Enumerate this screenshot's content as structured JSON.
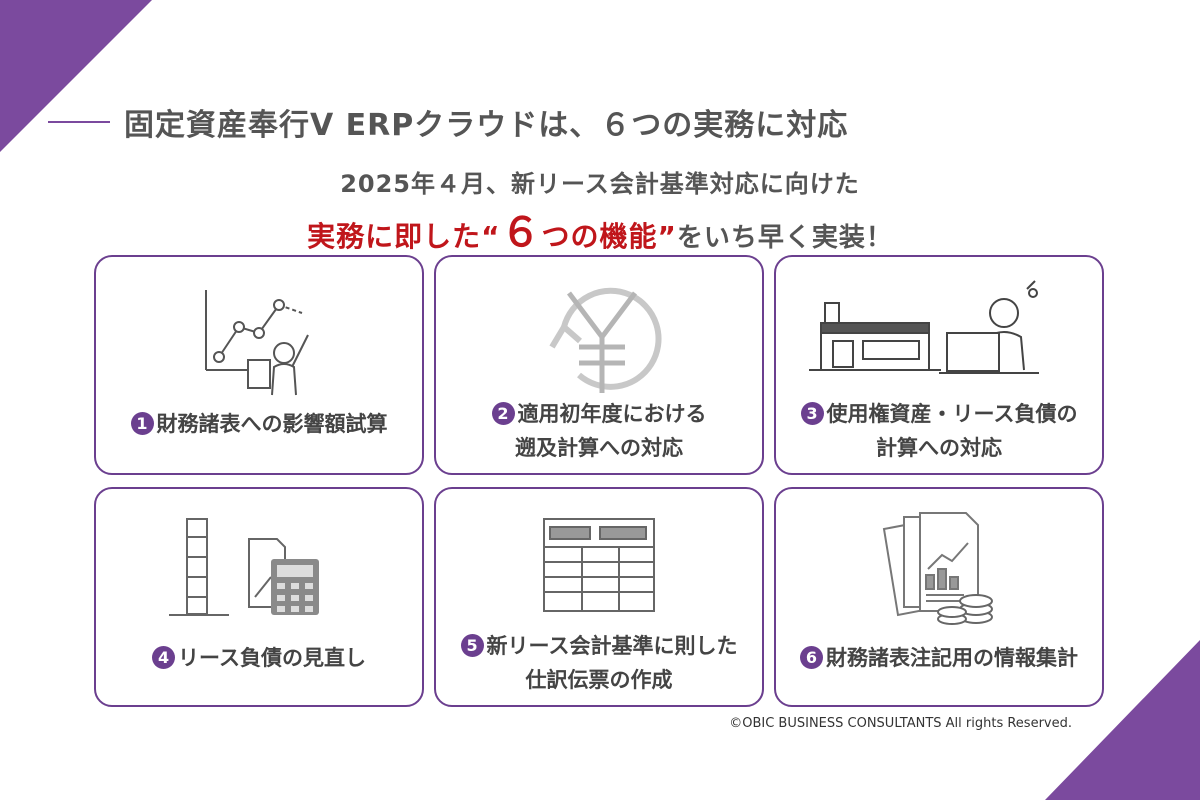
{
  "headline": "固定資産奉行V ERPクラウドは、６つの実務に対応",
  "subheading": "2025年４月、新リース会計基準対応に向けた",
  "tagline": {
    "prefix": "実務に即した“",
    "number": "６",
    "middle": "つの機能",
    "quote_close": "”",
    "suffix": "をいち早く実装！"
  },
  "cards": [
    {
      "num": "1",
      "line1": "財務諸表への影響額試算",
      "line2": "",
      "icon": "chart-presenter-icon"
    },
    {
      "num": "2",
      "line1": "適用初年度における",
      "line2": "遡及計算への対応",
      "icon": "yen-cycle-icon"
    },
    {
      "num": "3",
      "line1": "使用権資産・リース負債の",
      "line2": "計算への対応",
      "icon": "store-and-worker-icon"
    },
    {
      "num": "4",
      "line1": "リース負債の見直し",
      "line2": "",
      "icon": "building-calculator-icon"
    },
    {
      "num": "5",
      "line1": "新リース会計基準に則した",
      "line2": "仕訳伝票の作成",
      "icon": "journal-slip-icon"
    },
    {
      "num": "6",
      "line1": "財務諸表注記用の情報集計",
      "line2": "",
      "icon": "reports-coins-icon"
    }
  ],
  "copyright": "©OBIC BUSINESS CONSULTANTS All rights Reserved.",
  "colors": {
    "accent_purple": "#7b4a9e",
    "highlight_red": "#c0161b",
    "text_grey": "#555555"
  }
}
